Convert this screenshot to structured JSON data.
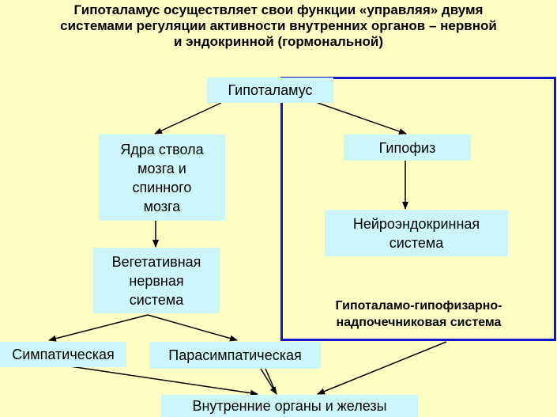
{
  "title": {
    "line1": "Гипоталамус осуществляет свои функции «управляя» двумя",
    "line2": "системами регуляции активности внутренних органов – нервной",
    "line3": "и эндокринной (гормональной)"
  },
  "nodes": {
    "hypothalamus": "Гипоталамус",
    "brainstem_nuclei": "Ядра ствола\nмозга и\nспинного\nмозга",
    "pituitary": "Гипофиз",
    "neuroendocrine": "Нейроэндокринная\nсистема",
    "autonomic": "Вегетативная\nнервная\nсистема",
    "sympathetic": "Симпатическая",
    "parasympathetic": "Парасимпатическая",
    "organs": "Внутренние органы и железы"
  },
  "hpa_label": "Гипоталамо-гипофизарно-\nнадпочечниковая система",
  "colors": {
    "background": "#fdfdc4",
    "box": "#ccf6fa",
    "frame": "#1414c8"
  }
}
